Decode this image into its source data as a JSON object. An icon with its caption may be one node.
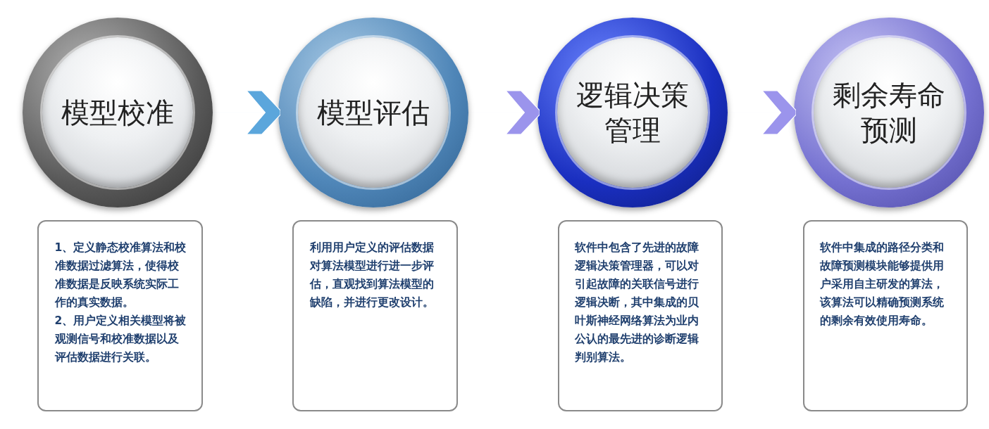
{
  "diagram": {
    "nodes": [
      {
        "text": [
          "模型校准"
        ]
      },
      {
        "text": [
          "模型评估"
        ]
      },
      {
        "text": [
          "逻辑决策管理"
        ]
      },
      {
        "text": [
          "剩余寿命预测"
        ]
      },
      {
        "text": [
          "1、定义静态校准算法和校准数据过滤算法，使得校准数据是反映系统实际工作的真实数据。",
          "2、用户定义相关模型将被观测信号和校准数据以及评估数据进行关联。"
        ]
      },
      {
        "text": [
          "利用用户定义的评估数据对算法模型进行进一步评估，直观找到算法模型的缺陷，并进行更改设计。"
        ]
      },
      {
        "text": [
          "软件中包含了先进的故障逻辑决策管理器，可以对引起故障的关联信号进行逻辑决断，其中集成的贝叶斯神经网络算法为业内公认的最先进的诊断逻辑判别算法。"
        ]
      },
      {
        "text": [
          "软件中集成的路径分类和故障预测模块能够提供用户采用自主研发的算法，该算法可以精确预测系统的剩余有效使用寿命。"
        ]
      }
    ],
    "edges": [
      {
        "from": 0,
        "to": 1,
        "arrow": "to",
        "color": "#5ba6dc"
      },
      {
        "from": 1,
        "to": 2,
        "arrow": "to"
      },
      {
        "from": 2,
        "to": 3,
        "arrow": "to"
      }
    ]
  }
}
